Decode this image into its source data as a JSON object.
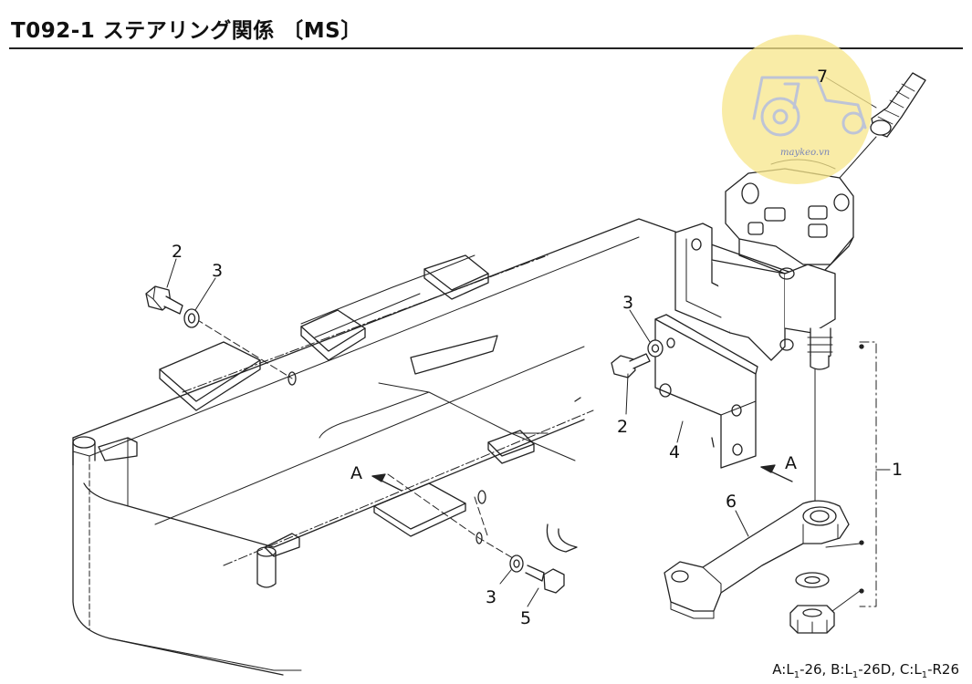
{
  "header": {
    "title": "T092-1 ステアリング関係 〔MS〕"
  },
  "parts": [
    {
      "id": "2",
      "name": "bolt"
    },
    {
      "id": "3",
      "name": "spring-washer"
    },
    {
      "id": "1",
      "name": "steering-gear-assy"
    },
    {
      "id": "4",
      "name": "bracket"
    },
    {
      "id": "5",
      "name": "bolt"
    },
    {
      "id": "6",
      "name": "pitman-arm"
    },
    {
      "id": "7",
      "name": "steering-shaft"
    }
  ],
  "view_labels": {
    "a_left": "A",
    "a_right": "A"
  },
  "callouts": {
    "left_2": "2",
    "left_3": "3",
    "mid_3": "3",
    "mid_2": "2",
    "part_4": "4",
    "part_1": "1",
    "part_6": "6",
    "part_7": "7",
    "bottom_3": "3",
    "bottom_5": "5"
  },
  "footnote": {
    "a_prefix": "A:L",
    "a_sub": "1",
    "a_suffix": "-26,",
    "b_prefix": "B:L",
    "b_sub": "1",
    "b_suffix": "-26D,",
    "c_prefix": "C:L",
    "c_sub": "1",
    "c_suffix": "-R26"
  },
  "watermark": {
    "text": "maykeo.vn",
    "color": "#f7e58a",
    "icon": "tractor-icon"
  },
  "colors": {
    "line": "#222222",
    "background": "#ffffff"
  }
}
